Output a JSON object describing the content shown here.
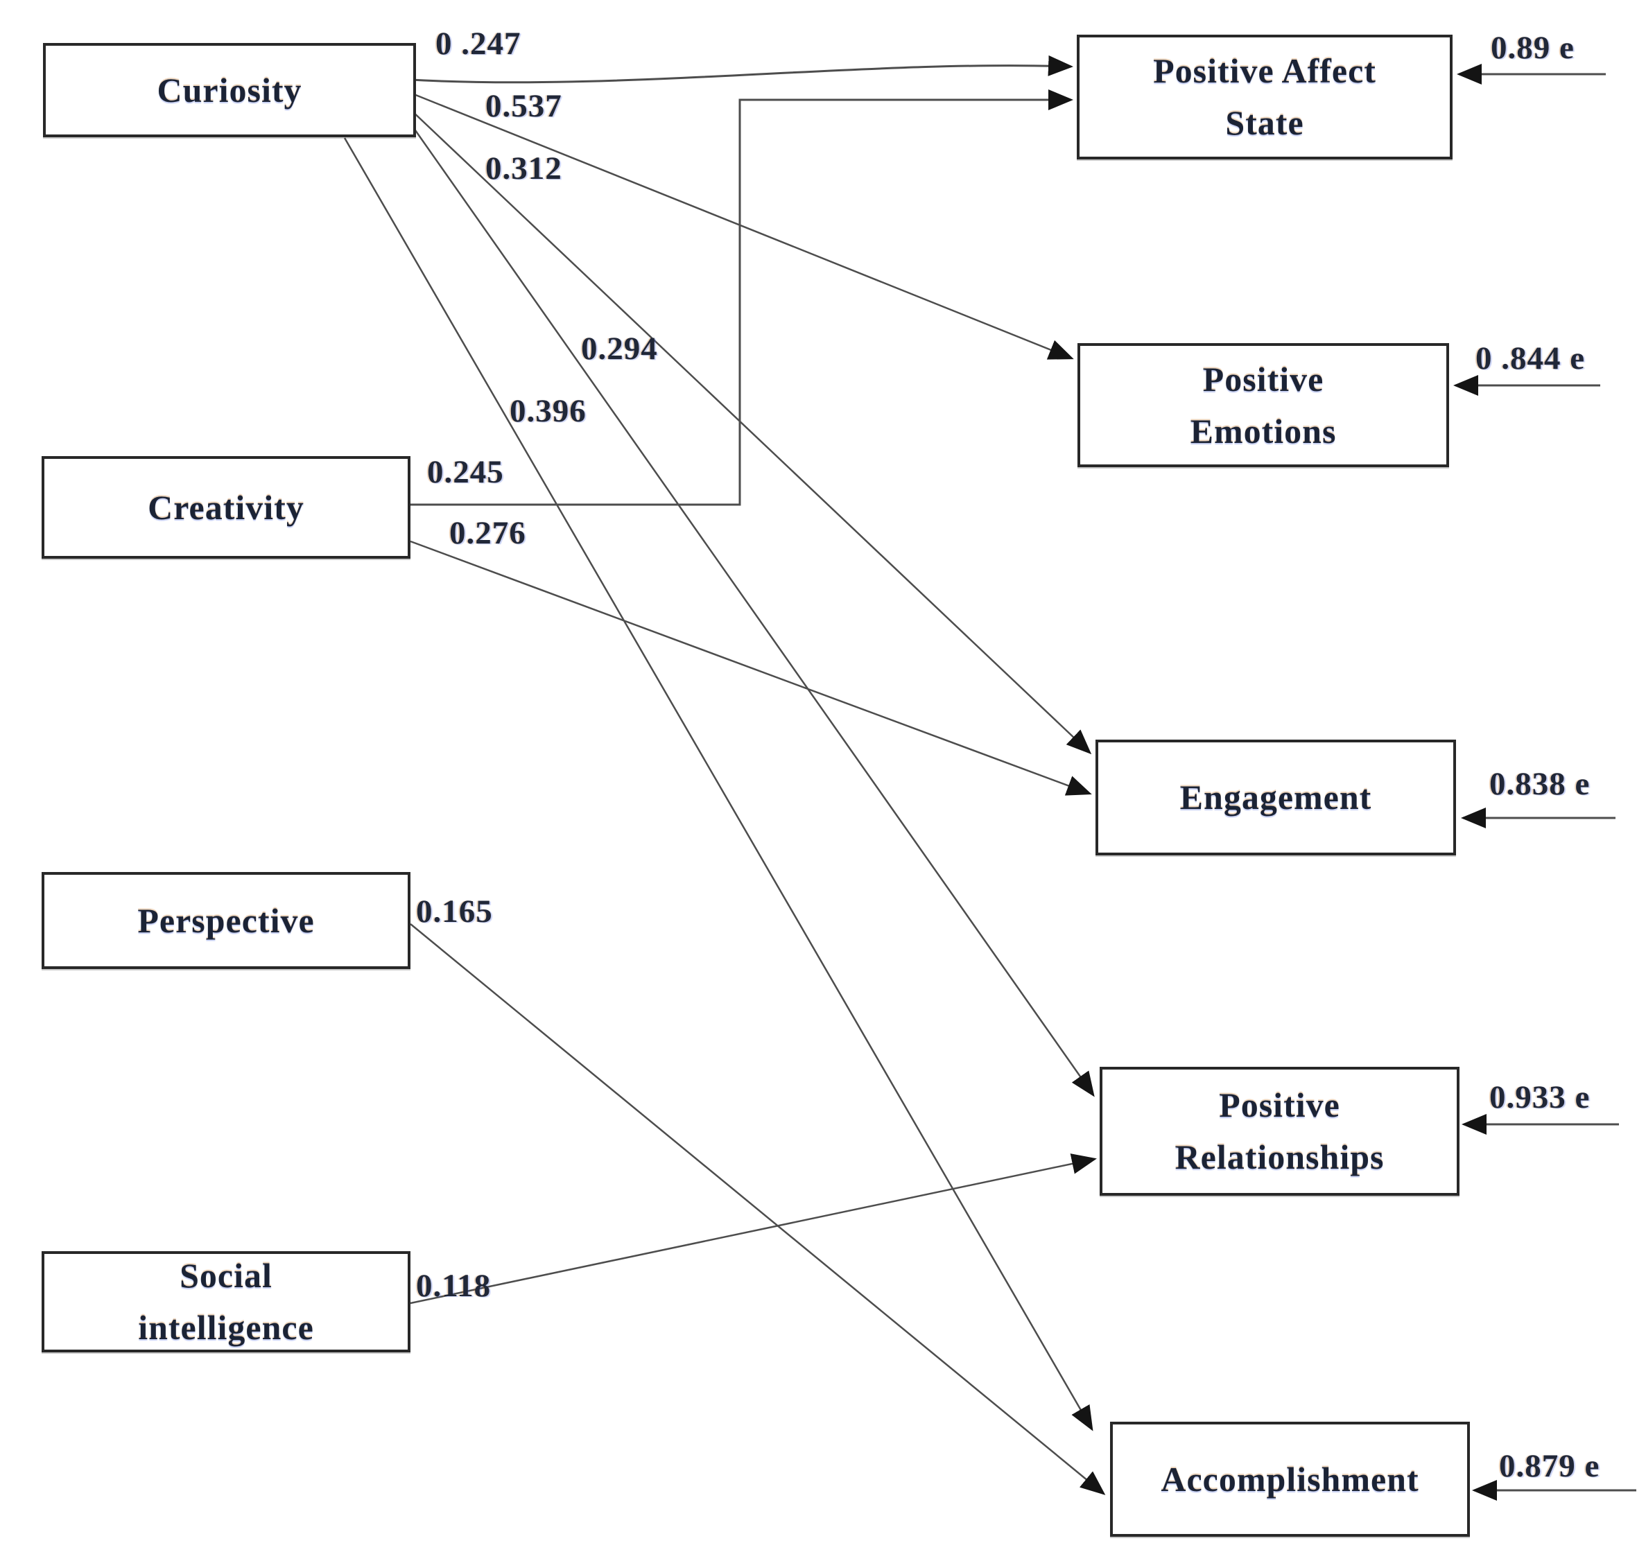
{
  "diagram": {
    "type": "path-model",
    "nodes": {
      "curiosity": {
        "label": "Curiosity"
      },
      "creativity": {
        "label": "Creativity"
      },
      "perspective": {
        "label": "Perspective"
      },
      "social_intelligence": {
        "label": "Social\nintelligence"
      },
      "positive_affect_state": {
        "label": "Positive Affect\nState"
      },
      "positive_emotions": {
        "label": "Positive\nEmotions"
      },
      "engagement": {
        "label": "Engagement"
      },
      "positive_relationships": {
        "label": "Positive\nRelationships"
      },
      "accomplishment": {
        "label": "Accomplishment"
      }
    },
    "edges": [
      {
        "from": "Curiosity",
        "to": "Positive Affect State",
        "coef": "0 .247"
      },
      {
        "from": "Curiosity",
        "to": "Positive Emotions",
        "coef": "0.537"
      },
      {
        "from": "Curiosity",
        "to": "Engagement",
        "coef": "0.312"
      },
      {
        "from": "Curiosity",
        "to": "Positive Relationships",
        "coef": "0.294"
      },
      {
        "from": "Curiosity",
        "to": "Accomplishment",
        "coef": "0.396"
      },
      {
        "from": "Creativity",
        "to": "Positive Affect State",
        "coef": "0.245"
      },
      {
        "from": "Creativity",
        "to": "Engagement",
        "coef": "0.276"
      },
      {
        "from": "Perspective",
        "to": "Accomplishment",
        "coef": "0.165"
      },
      {
        "from": "Social intelligence",
        "to": "Positive Relationships",
        "coef": "0.118"
      }
    ],
    "error_terms": [
      {
        "node": "Positive Affect State",
        "value": "0.89 e"
      },
      {
        "node": "Positive Emotions",
        "value": "0 .844 e"
      },
      {
        "node": "Engagement",
        "value": "0.838 e"
      },
      {
        "node": "Positive Relationships",
        "value": "0.933 e"
      },
      {
        "node": "Accomplishment",
        "value": "0.879 e"
      }
    ],
    "colors": {
      "line": "#4d4d4d",
      "arrowhead": "#141414",
      "box_border": "#282828",
      "text": "#1b2335",
      "background": "#ffffff"
    }
  }
}
